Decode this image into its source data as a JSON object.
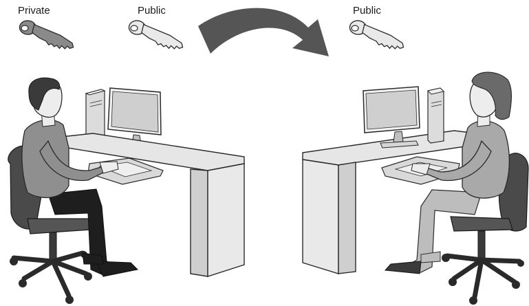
{
  "labels": {
    "private_key": "Private",
    "public_key_sender": "Public",
    "public_key_receiver": "Public"
  },
  "colors": {
    "private_key": "#8a8a8a",
    "public_key": "#e9e9e9",
    "key_outline": "#2a2a2a",
    "arrow": "#555555",
    "desk_top": "#e6e6e6",
    "desk_side": "#cfcfcf",
    "chair": "#4a4a4a",
    "man_shirt": "#8f8f8f",
    "man_pants": "#1e1e1e",
    "woman_shirt": "#a9a9a9",
    "woman_pants": "#bdbdbd",
    "skin": "#ededed",
    "hair": "#3a3a3a"
  },
  "icons": {
    "private_key": "key-icon",
    "public_key": "key-icon",
    "transfer_arrow": "curved-arrow-icon"
  }
}
